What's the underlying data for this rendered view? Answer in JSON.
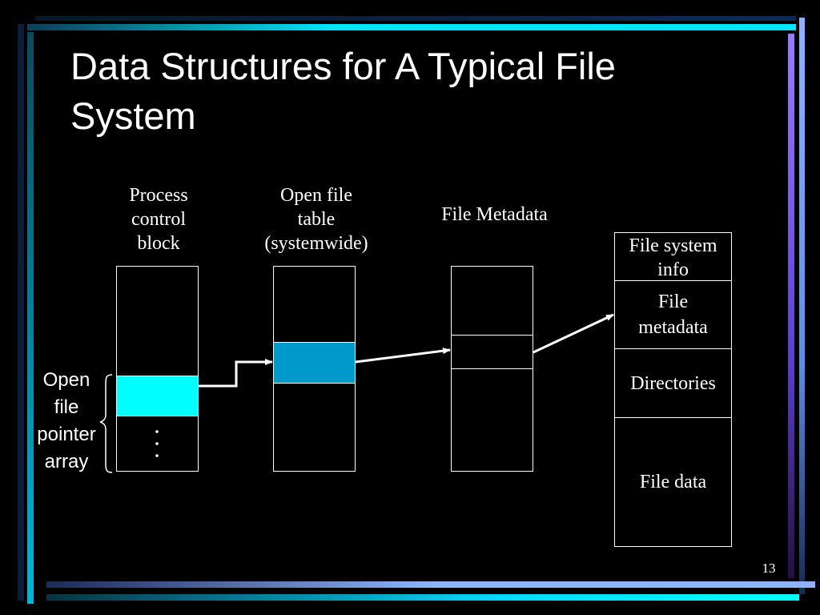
{
  "slide": {
    "title_line1": "Data Structures for A Typical File",
    "title_line2": "System",
    "page_number": "13"
  },
  "diagram": {
    "pcb_label": [
      "Process",
      "control",
      "block"
    ],
    "oft_label": [
      "Open file",
      "table",
      "(systemwide)"
    ],
    "meta_label": "File Metadata",
    "fs_sections": {
      "info": [
        "File system",
        "info"
      ],
      "metadata": [
        "File",
        "metadata"
      ],
      "directories": "Directories",
      "data": "File data"
    },
    "side_label": [
      "Open",
      "file",
      "pointer",
      "array"
    ],
    "ellipsis": ". . ."
  },
  "colors": {
    "cyan_highlight": "#00FFFF",
    "blue_highlight": "#0099CC",
    "background": "#000000"
  }
}
